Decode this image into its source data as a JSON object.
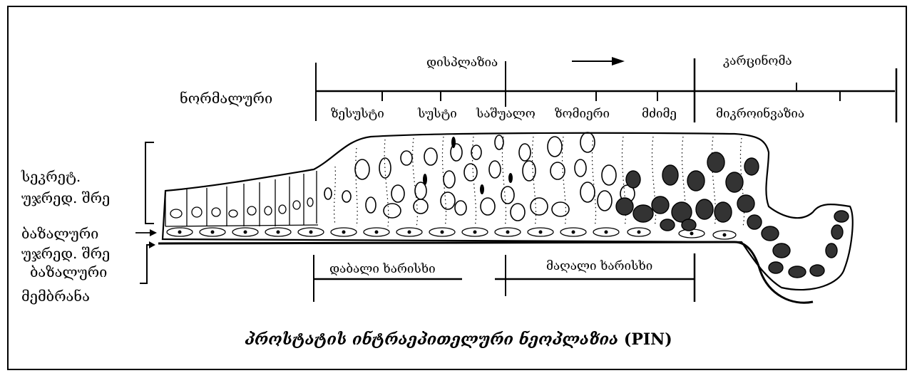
{
  "scale": {
    "dysplasia": "დისპლაზია",
    "carcinoma": "კარცინომა",
    "normal": "ნორმალური",
    "grades": [
      "ზესუსტი",
      "სუსტი",
      "საშუალო",
      "ზომიერი",
      "მძიმე"
    ],
    "microinvasion": "მიკროინვაზია"
  },
  "grade_bar": {
    "low": "დაბალი ხარისხი",
    "high": "მაღალი ხარისხი"
  },
  "side_labels": {
    "secretory_line1": "სეკრეტ.",
    "secretory_line2": "უჯრედ. შრე",
    "basal_cell": "ბაზალური",
    "basal_cell_line2": "უჯრედ. შრე",
    "basal_membrane": "ბაზალური",
    "basal_membrane_line2": "მემბრანა"
  },
  "caption": {
    "text": "პროსტატის ინტრაეპითელური ნეოპლაზია",
    "abbr": "(PIN)"
  }
}
